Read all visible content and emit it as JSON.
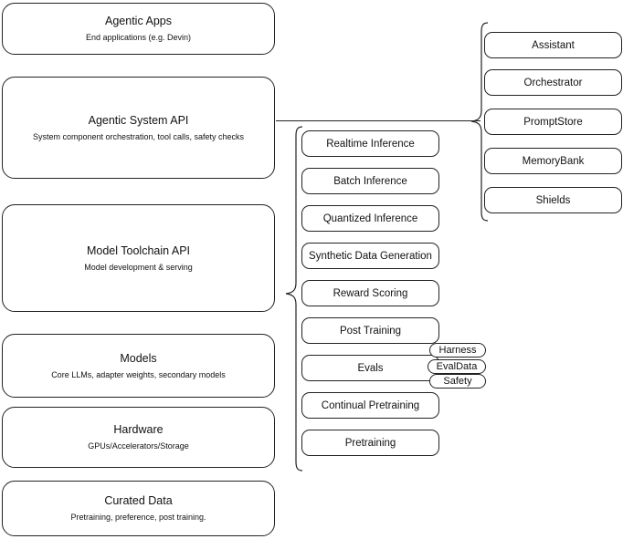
{
  "diagram": {
    "title": "Agentic stack layer diagram",
    "accent_color": "#222222",
    "background_color": "#ffffff",
    "layers": [
      {
        "id": "agentic-apps",
        "title": "Agentic Apps",
        "subtitle": "End applications (e.g. Devin)"
      },
      {
        "id": "agentic-system-api",
        "title": "Agentic System API",
        "subtitle": "System component orchestration, tool calls, safety checks"
      },
      {
        "id": "model-toolchain-api",
        "title": "Model Toolchain API",
        "subtitle": "Model development & serving"
      },
      {
        "id": "models",
        "title": "Models",
        "subtitle": "Core LLMs, adapter weights, secondary models"
      },
      {
        "id": "hardware",
        "title": "Hardware",
        "subtitle": "GPUs/Accelerators/Storage"
      },
      {
        "id": "curated-data",
        "title": "Curated Data",
        "subtitle": "Pretraining, preference, post training."
      }
    ],
    "toolchain_components": [
      {
        "id": "realtime-inference",
        "label": "Realtime Inference"
      },
      {
        "id": "batch-inference",
        "label": "Batch Inference"
      },
      {
        "id": "quantized-inference",
        "label": "Quantized Inference"
      },
      {
        "id": "synthetic-data-generation",
        "label": "Synthetic Data Generation"
      },
      {
        "id": "reward-scoring",
        "label": "Reward Scoring"
      },
      {
        "id": "post-training",
        "label": "Post Training"
      },
      {
        "id": "evals",
        "label": "Evals"
      },
      {
        "id": "continual-pretraining",
        "label": "Continual Pretraining"
      },
      {
        "id": "pretraining",
        "label": "Pretraining"
      }
    ],
    "eval_subcomponents": [
      {
        "id": "harness",
        "label": "Harness"
      },
      {
        "id": "evaldata",
        "label": "EvalData"
      },
      {
        "id": "safety",
        "label": "Safety"
      }
    ],
    "system_components": [
      {
        "id": "assistant",
        "label": "Assistant"
      },
      {
        "id": "orchestrator",
        "label": "Orchestrator"
      },
      {
        "id": "promptstore",
        "label": "PromptStore"
      },
      {
        "id": "memorybank",
        "label": "MemoryBank"
      },
      {
        "id": "shields",
        "label": "Shields"
      }
    ]
  }
}
